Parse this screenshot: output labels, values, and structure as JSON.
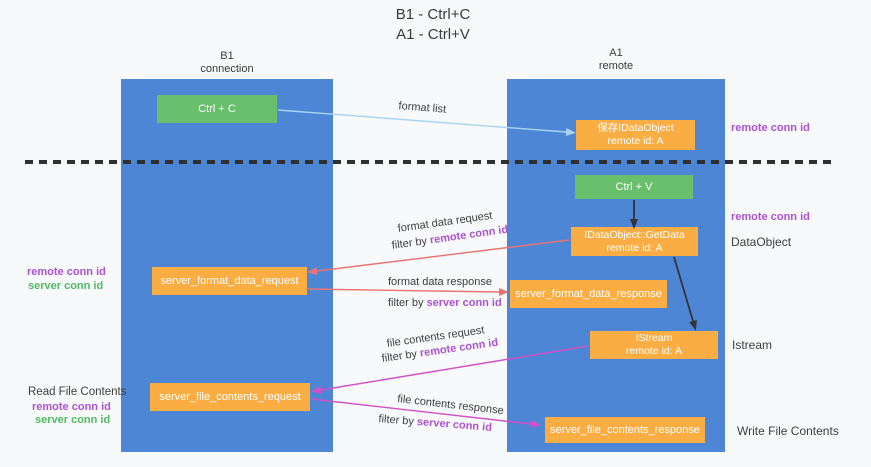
{
  "title": {
    "line1": "B1 - Ctrl+C",
    "line2": "A1 - Ctrl+V"
  },
  "lanes": {
    "left": {
      "title": "B1",
      "subtitle": "connection"
    },
    "right": {
      "title": "A1",
      "subtitle": "remote"
    }
  },
  "copy": {
    "ctrl_c": "Ctrl + C",
    "format_list": "format list",
    "save_dataobject_line1": "保存IDataObject",
    "save_dataobject_line2": "remote id: A",
    "remote_conn_id": "remote conn id"
  },
  "paste": {
    "ctrl_v": "Ctrl + V",
    "remote_conn_id": "remote conn id",
    "getdata_line1": "IDataObject::GetData",
    "getdata_line2": "remote id: A",
    "dataobject": "DataObject",
    "format_request_label": "format data request",
    "format_request_filter_prefix": "filter by ",
    "format_request_filter_key": "remote conn id",
    "format_ids_remote": "remote conn id",
    "format_ids_server": "server conn id",
    "server_format_data_request": "server_format_data_request",
    "format_response_label": "format data response",
    "format_response_filter_prefix": "filter by ",
    "format_response_filter_key": "server conn id",
    "server_format_data_response": "server_format_data_response",
    "istream_line1": "IStream",
    "istream_line2": "remote id: A",
    "istream_label": "Istream",
    "file_request_label": "file contents request",
    "file_request_filter_prefix": "filter by ",
    "file_request_filter_key": "remote conn id",
    "read_file_contents": "Read File Contents",
    "file_ids_remote": "remote conn id",
    "file_ids_server": "server conn id",
    "server_file_contents_request": "server_file_contents_request",
    "file_response_label": "file contents response",
    "file_response_filter_prefix": "filter by ",
    "file_response_filter_key": "server conn id",
    "server_file_contents_response": "server_file_contents_response",
    "write_file_contents": "Write File Contents"
  },
  "colors": {
    "background": "#f8f9fa",
    "lane_blue": "#4d86d5",
    "box_green": "#6abf6c",
    "box_orange": "#f9ad42",
    "arrow_light_blue": "#a9d3f2",
    "arrow_salmon": "#e97373",
    "arrow_magenta": "#d44fc8",
    "arrow_black": "#333333",
    "text_purple": "#ab53cd",
    "text_green": "#52b965",
    "text_dark": "#3d3d3d"
  }
}
